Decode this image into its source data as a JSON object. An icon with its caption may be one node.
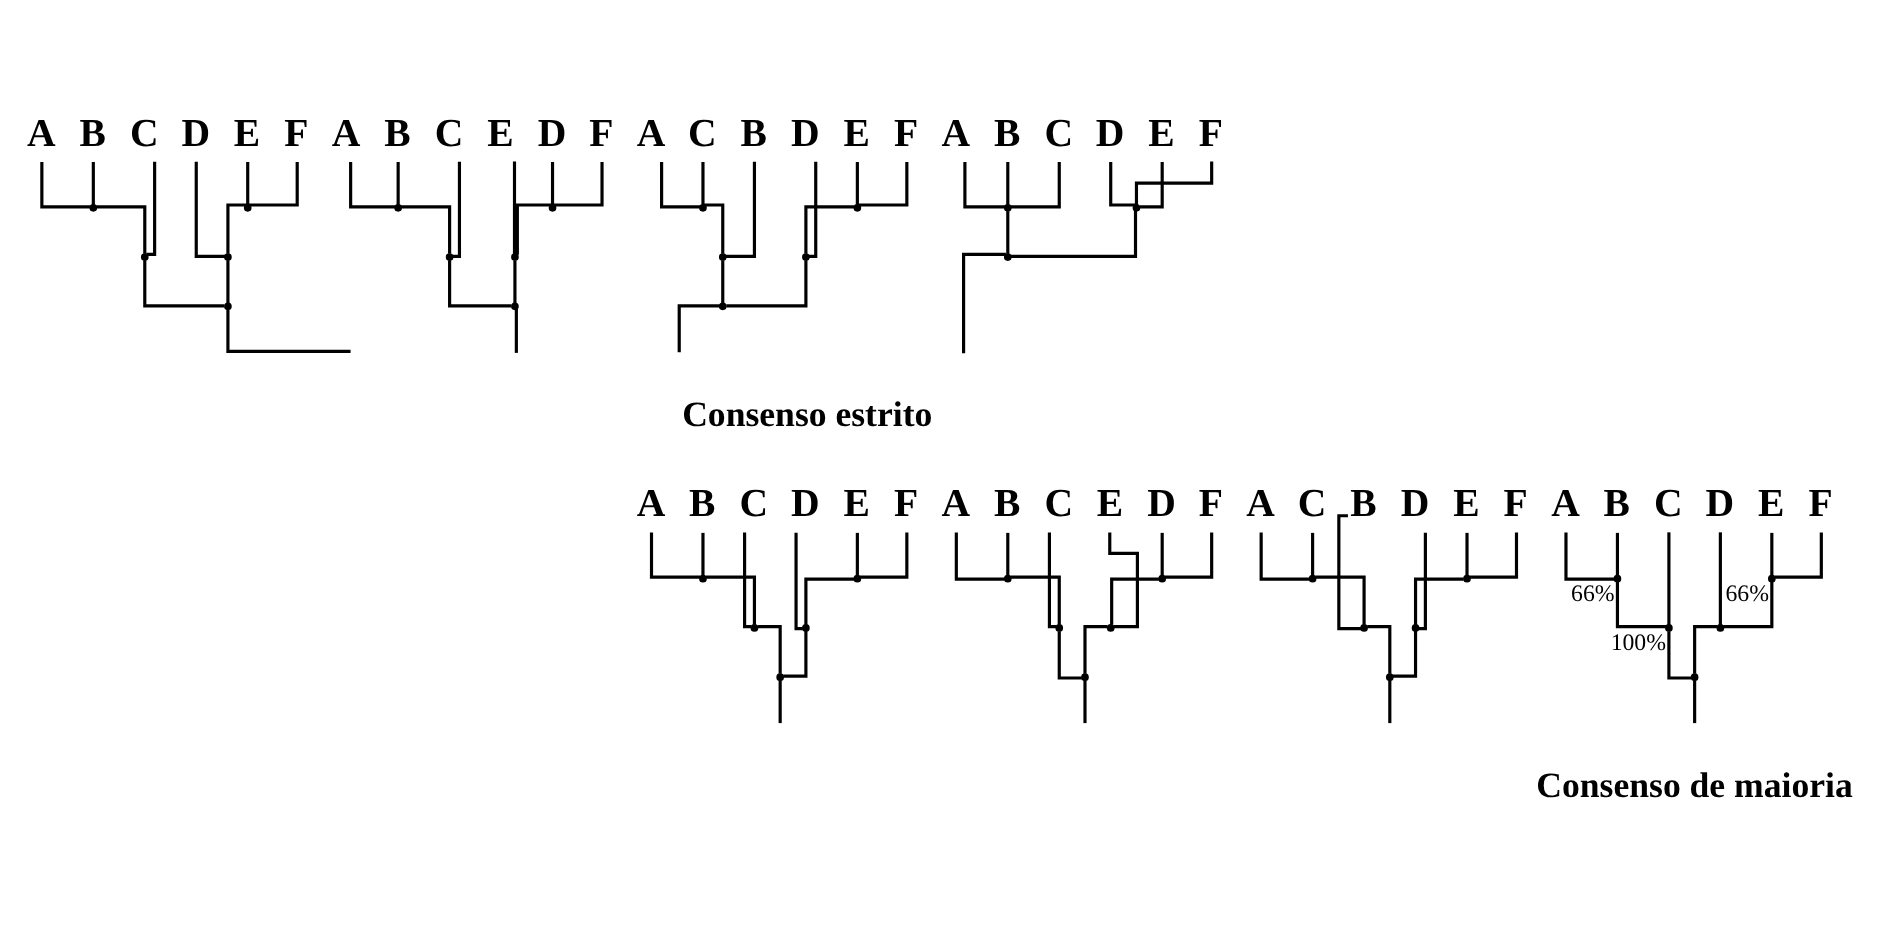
{
  "diagram": {
    "nodes": [
      {
        "text": [
          "A"
        ]
      },
      {
        "text": [
          "B"
        ]
      },
      {
        "text": [
          "C"
        ]
      },
      {
        "text": [
          "D"
        ]
      },
      {
        "text": [
          "E"
        ]
      },
      {
        "text": [
          "F"
        ]
      },
      {
        "text": [],
        "shape": "point"
      },
      {
        "text": [],
        "shape": "point"
      },
      {
        "text": [],
        "shape": "point"
      },
      {
        "text": [],
        "shape": "point"
      },
      {
        "text": [],
        "shape": "point"
      },
      {
        "text": [
          "A"
        ]
      },
      {
        "text": [
          "B"
        ]
      },
      {
        "text": [
          "C"
        ]
      },
      {
        "text": [
          "E"
        ]
      },
      {
        "text": [
          "D"
        ]
      },
      {
        "text": [
          "F"
        ]
      },
      {
        "text": [],
        "shape": "point"
      },
      {
        "text": [],
        "shape": "point"
      },
      {
        "text": [],
        "shape": "point"
      },
      {
        "text": [],
        "shape": "point"
      },
      {
        "text": [],
        "shape": "point"
      },
      {
        "text": [
          "A"
        ]
      },
      {
        "text": [
          "C"
        ]
      },
      {
        "text": [
          "B"
        ]
      },
      {
        "text": [
          "D"
        ]
      },
      {
        "text": [
          "E"
        ]
      },
      {
        "text": [
          "F"
        ]
      },
      {
        "text": [],
        "shape": "point"
      },
      {
        "text": [],
        "shape": "point"
      },
      {
        "text": [],
        "shape": "point"
      },
      {
        "text": [],
        "shape": "point"
      },
      {
        "text": [],
        "shape": "point"
      },
      {
        "text": [
          "A"
        ]
      },
      {
        "text": [
          "B"
        ]
      },
      {
        "text": [
          "C"
        ]
      },
      {
        "text": [
          "D"
        ]
      },
      {
        "text": [
          "E"
        ]
      },
      {
        "text": [
          "F"
        ]
      },
      {
        "text": [],
        "shape": "point"
      },
      {
        "text": [],
        "shape": "point"
      },
      {
        "text": [],
        "shape": "point"
      },
      {
        "text": [
          "A"
        ]
      },
      {
        "text": [
          "B"
        ]
      },
      {
        "text": [
          "C"
        ]
      },
      {
        "text": [
          "D"
        ]
      },
      {
        "text": [
          "E"
        ]
      },
      {
        "text": [
          "F"
        ]
      },
      {
        "text": [],
        "shape": "point"
      },
      {
        "text": [],
        "shape": "point"
      },
      {
        "text": [],
        "shape": "point"
      },
      {
        "text": [],
        "shape": "point"
      },
      {
        "text": [],
        "shape": "point"
      },
      {
        "text": [
          "A"
        ]
      },
      {
        "text": [
          "B"
        ]
      },
      {
        "text": [
          "C"
        ]
      },
      {
        "text": [
          "E"
        ]
      },
      {
        "text": [
          "D"
        ]
      },
      {
        "text": [
          "F"
        ]
      },
      {
        "text": [],
        "shape": "point"
      },
      {
        "text": [],
        "shape": "point"
      },
      {
        "text": [],
        "shape": "point"
      },
      {
        "text": [],
        "shape": "point"
      },
      {
        "text": [],
        "shape": "point"
      },
      {
        "text": [
          "A"
        ]
      },
      {
        "text": [
          "C"
        ]
      },
      {
        "text": [
          "B"
        ]
      },
      {
        "text": [
          "D"
        ]
      },
      {
        "text": [
          "E"
        ]
      },
      {
        "text": [
          "F"
        ]
      },
      {
        "text": [],
        "shape": "point"
      },
      {
        "text": [],
        "shape": "point"
      },
      {
        "text": [],
        "shape": "point"
      },
      {
        "text": [],
        "shape": "point"
      },
      {
        "text": [],
        "shape": "point"
      },
      {
        "text": [
          "A"
        ]
      },
      {
        "text": [
          "B"
        ]
      },
      {
        "text": [
          "C"
        ]
      },
      {
        "text": [
          "D"
        ]
      },
      {
        "text": [
          "E"
        ]
      },
      {
        "text": [
          "F"
        ]
      },
      {
        "text": [],
        "shape": "point",
        "beside": [
          "66%"
        ]
      },
      {
        "text": [],
        "shape": "point",
        "beside": [
          "100%"
        ]
      },
      {
        "text": [],
        "shape": "point",
        "beside": [
          "66%"
        ]
      },
      {
        "text": [],
        "shape": "point"
      },
      {
        "text": [],
        "shape": "point"
      }
    ],
    "edges": [
      {
        "from": 6,
        "to": 0,
        "arrow": "none"
      },
      {
        "from": 6,
        "to": 1,
        "arrow": "none"
      },
      {
        "from": 7,
        "to": 6,
        "arrow": "none"
      },
      {
        "from": 7,
        "to": 2,
        "arrow": "none"
      },
      {
        "from": 9,
        "to": 3,
        "arrow": "none"
      },
      {
        "from": 8,
        "to": 4,
        "arrow": "none"
      },
      {
        "from": 8,
        "to": 5,
        "arrow": "none"
      },
      {
        "from": 9,
        "to": 8,
        "arrow": "none"
      },
      {
        "from": 10,
        "to": 7,
        "arrow": "none"
      },
      {
        "from": 10,
        "to": 9,
        "arrow": "none"
      },
      {
        "from": 10,
        "to": null,
        "arrow": "none"
      },
      {
        "from": 17,
        "to": 11,
        "arrow": "none"
      },
      {
        "from": 17,
        "to": 12,
        "arrow": "none"
      },
      {
        "from": 18,
        "to": 17,
        "arrow": "none"
      },
      {
        "from": 18,
        "to": 13,
        "arrow": "none"
      },
      {
        "from": 20,
        "to": 14,
        "arrow": "none"
      },
      {
        "from": 19,
        "to": 15,
        "arrow": "none"
      },
      {
        "from": 19,
        "to": 16,
        "arrow": "none"
      },
      {
        "from": 20,
        "to": 19,
        "arrow": "none"
      },
      {
        "from": 21,
        "to": 18,
        "arrow": "none"
      },
      {
        "from": 21,
        "to": 20,
        "arrow": "none"
      },
      {
        "from": 21,
        "to": null,
        "arrow": "none"
      },
      {
        "from": 28,
        "to": 22,
        "arrow": "none"
      },
      {
        "from": 28,
        "to": 23,
        "arrow": "none"
      },
      {
        "from": 29,
        "to": 28,
        "arrow": "none"
      },
      {
        "from": 29,
        "to": 24,
        "arrow": "none"
      },
      {
        "from": 31,
        "to": 25,
        "arrow": "none"
      },
      {
        "from": 30,
        "to": 26,
        "arrow": "none"
      },
      {
        "from": 30,
        "to": 27,
        "arrow": "none"
      },
      {
        "from": 31,
        "to": 30,
        "arrow": "none"
      },
      {
        "from": 32,
        "to": 29,
        "arrow": "none"
      },
      {
        "from": 32,
        "to": 31,
        "arrow": "none"
      },
      {
        "from": 32,
        "to": null,
        "arrow": "none"
      },
      {
        "from": 39,
        "to": 33,
        "arrow": "none"
      },
      {
        "from": 39,
        "to": 34,
        "arrow": "none"
      },
      {
        "from": 39,
        "to": 35,
        "arrow": "none"
      },
      {
        "from": 40,
        "to": 36,
        "arrow": "none"
      },
      {
        "from": 40,
        "to": 37,
        "arrow": "none"
      },
      {
        "from": 40,
        "to": 38,
        "arrow": "none"
      },
      {
        "from": 41,
        "to": 39,
        "arrow": "none"
      },
      {
        "from": 41,
        "to": 40,
        "arrow": "none"
      },
      {
        "from": 41,
        "to": null,
        "arrow": "none"
      },
      {
        "from": 48,
        "to": 42,
        "arrow": "none"
      },
      {
        "from": 48,
        "to": 43,
        "arrow": "none"
      },
      {
        "from": 49,
        "to": 48,
        "arrow": "none"
      },
      {
        "from": 49,
        "to": 44,
        "arrow": "none"
      },
      {
        "from": 51,
        "to": 45,
        "arrow": "none"
      },
      {
        "from": 50,
        "to": 46,
        "arrow": "none"
      },
      {
        "from": 50,
        "to": 47,
        "arrow": "none"
      },
      {
        "from": 51,
        "to": 50,
        "arrow": "none"
      },
      {
        "from": 52,
        "to": 49,
        "arrow": "none"
      },
      {
        "from": 52,
        "to": 51,
        "arrow": "none"
      },
      {
        "from": 52,
        "to": null,
        "arrow": "none"
      },
      {
        "from": 59,
        "to": 53,
        "arrow": "none"
      },
      {
        "from": 59,
        "to": 54,
        "arrow": "none"
      },
      {
        "from": 60,
        "to": 59,
        "arrow": "none"
      },
      {
        "from": 60,
        "to": 55,
        "arrow": "none"
      },
      {
        "from": 62,
        "to": 56,
        "arrow": "none"
      },
      {
        "from": 61,
        "to": 57,
        "arrow": "none"
      },
      {
        "from": 61,
        "to": 58,
        "arrow": "none"
      },
      {
        "from": 62,
        "to": 61,
        "arrow": "none"
      },
      {
        "from": 63,
        "to": 60,
        "arrow": "none"
      },
      {
        "from": 63,
        "to": 62,
        "arrow": "none"
      },
      {
        "from": 63,
        "to": null,
        "arrow": "none"
      },
      {
        "from": 70,
        "to": 64,
        "arrow": "none"
      },
      {
        "from": 70,
        "to": 65,
        "arrow": "none"
      },
      {
        "from": 71,
        "to": 70,
        "arrow": "none"
      },
      {
        "from": 71,
        "to": 66,
        "arrow": "none"
      },
      {
        "from": 73,
        "to": 67,
        "arrow": "none"
      },
      {
        "from": 72,
        "to": 68,
        "arrow": "none"
      },
      {
        "from": 72,
        "to": 69,
        "arrow": "none"
      },
      {
        "from": 73,
        "to": 72,
        "arrow": "none"
      },
      {
        "from": 74,
        "to": 71,
        "arrow": "none"
      },
      {
        "from": 74,
        "to": 73,
        "arrow": "none"
      },
      {
        "from": 74,
        "to": null,
        "arrow": "none"
      },
      {
        "from": 81,
        "to": 75,
        "arrow": "none"
      },
      {
        "from": 81,
        "to": 76,
        "arrow": "none"
      },
      {
        "from": 82,
        "to": 81,
        "arrow": "none"
      },
      {
        "from": 82,
        "to": 77,
        "arrow": "none"
      },
      {
        "from": 84,
        "to": 78,
        "arrow": "none"
      },
      {
        "from": 83,
        "to": 79,
        "arrow": "none"
      },
      {
        "from": 83,
        "to": 80,
        "arrow": "none"
      },
      {
        "from": 84,
        "to": 83,
        "arrow": "none"
      },
      {
        "from": 85,
        "to": 82,
        "arrow": "none"
      },
      {
        "from": 85,
        "to": 84,
        "arrow": "none"
      },
      {
        "from": 85,
        "to": null,
        "arrow": "none"
      }
    ],
    "labels": [
      "Consenso estrito",
      "Consenso de maioria"
    ]
  }
}
